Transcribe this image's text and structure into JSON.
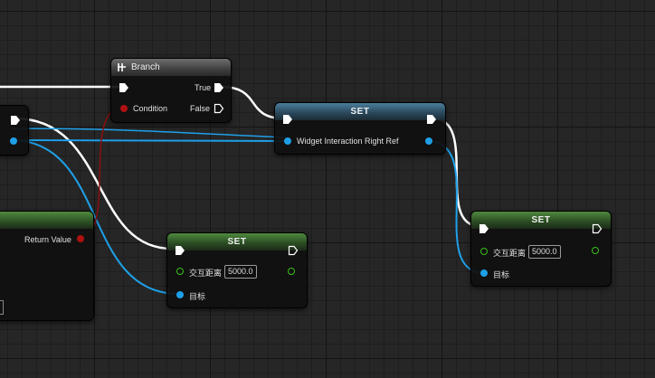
{
  "nodes": {
    "branch": {
      "title": "Branch",
      "true_label": "True",
      "condition_label": "Condition",
      "false_label": "False"
    },
    "set_widget": {
      "title": "SET",
      "var_label": "Widget Interaction Right Ref"
    },
    "set_left": {
      "title": "SET",
      "var_label": "交互距离",
      "value": "5000.0",
      "target_label": "目标"
    },
    "set_right": {
      "title": "SET",
      "var_label": "交互距离",
      "value": "5000.0",
      "target_label": "目标"
    },
    "return_node": {
      "return_label": "Return Value"
    }
  },
  "colors": {
    "exec": "#ffffff",
    "object": "#1ea0e8",
    "bool": "#b01010",
    "float": "#38c018"
  }
}
